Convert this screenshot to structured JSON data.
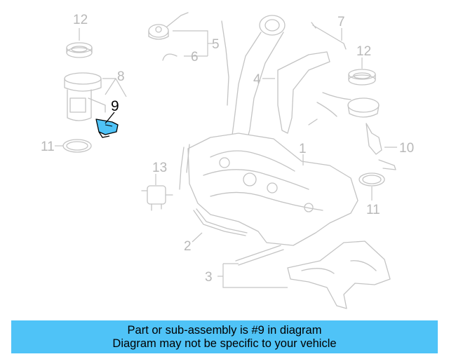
{
  "callouts": {
    "c1": "1",
    "c2": "2",
    "c3": "3",
    "c4": "4",
    "c5": "5",
    "c6": "6",
    "c7": "7",
    "c8": "8",
    "c9": "9",
    "c10": "10",
    "c11a": "11",
    "c11b": "11",
    "c12a": "12",
    "c12b": "12",
    "c13": "13"
  },
  "highlight": {
    "part_number": "9",
    "color": "#4fc3f7"
  },
  "banner": {
    "background": "#4fc3f7",
    "line1": "Part or sub-assembly is #9 in diagram",
    "line2": "Diagram may not be specific to your vehicle"
  }
}
